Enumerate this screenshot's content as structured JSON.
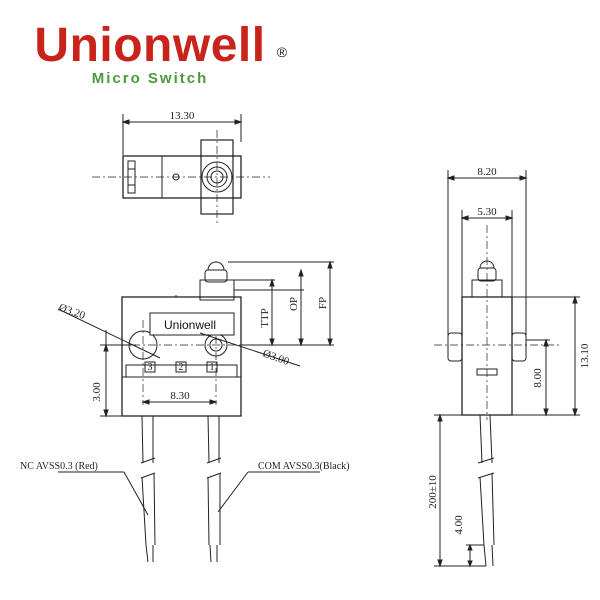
{
  "logo": {
    "brand": "Unionwell",
    "registered": "®",
    "subtitle": "Micro Switch",
    "brand_color": "#c8241c",
    "subtitle_color": "#4a9a3c"
  },
  "body_marking": "Unionwell",
  "terminals": [
    "3",
    "2",
    "1"
  ],
  "dimensions": {
    "top_width": "13.30",
    "hole_large": "Ø3.20",
    "hole_small": "Ø3.00",
    "hole_spacing": "8.30",
    "hole_height": "3.00",
    "ttp": "TTP",
    "op": "OP",
    "fp": "FP",
    "side_width_outer": "8.20",
    "side_width_inner": "5.30",
    "side_height": "13.10",
    "side_body": "8.00",
    "cable_length": "200±10",
    "strip_length": "4.00"
  },
  "wires": {
    "nc": "NC AVSS0.3 (Red)",
    "com": "COM AVSS0.3(Black)"
  }
}
